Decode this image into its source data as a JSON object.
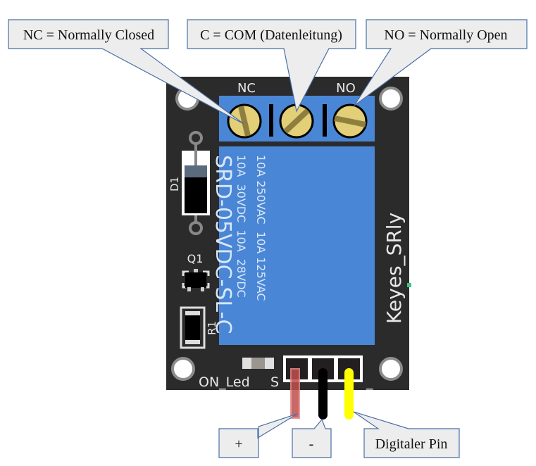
{
  "callouts": {
    "nc": "NC = Normally Closed",
    "com": "C = COM (Datenleitung)",
    "no": "NO = Normally Open",
    "plus": "+",
    "minus": "-",
    "digital": "Digitaler Pin"
  },
  "board": {
    "terminal_labels": {
      "nc": "NC",
      "no": "NO"
    },
    "relay_model": "SRD-05VDC-SL-C",
    "relay_rating_1": "10A 250VAC  10A 125VAC",
    "relay_rating_2": "10A  30VDC  10A  28VDC",
    "module_name": "Keyes_SRly",
    "components": {
      "diode": "D1",
      "transistor": "Q1",
      "resistor": "R1"
    },
    "led_label": "ON_Led",
    "signal_label": "S",
    "ground_label": "_"
  },
  "colors": {
    "board": "#2b2b2b",
    "relay": "#4a86d6",
    "screw": "#e2cf77",
    "callout_fill": "#ededed",
    "callout_stroke": "#4a6fa5",
    "wire_plus": "#c0504d",
    "wire_minus": "#000000",
    "wire_signal": "#ffff00"
  }
}
